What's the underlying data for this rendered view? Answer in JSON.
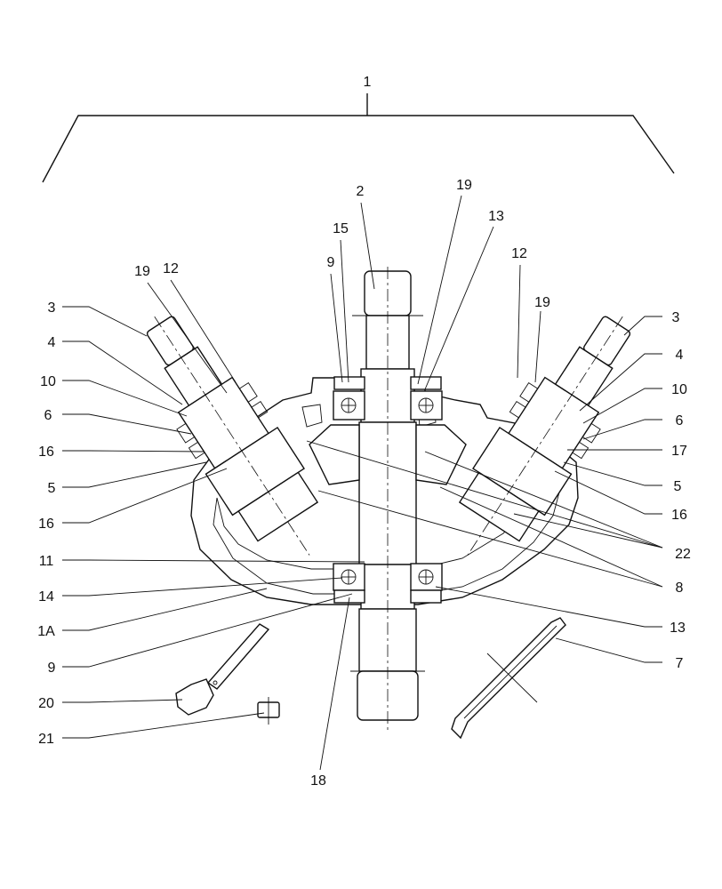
{
  "diagram": {
    "callouts": [
      {
        "id": "c-1",
        "label": "1"
      },
      {
        "id": "c-2",
        "label": "2"
      },
      {
        "id": "c-19-top",
        "label": "19"
      },
      {
        "id": "c-13-top",
        "label": "13"
      },
      {
        "id": "c-15",
        "label": "15"
      },
      {
        "id": "c-9-top",
        "label": "9"
      },
      {
        "id": "c-12-left",
        "label": "12"
      },
      {
        "id": "c-19-left",
        "label": "19"
      },
      {
        "id": "c-12-right",
        "label": "12"
      },
      {
        "id": "c-19-right",
        "label": "19"
      },
      {
        "id": "c-3-left",
        "label": "3"
      },
      {
        "id": "c-4-left",
        "label": "4"
      },
      {
        "id": "c-10-left",
        "label": "10"
      },
      {
        "id": "c-6-left",
        "label": "6"
      },
      {
        "id": "c-16-left-a",
        "label": "16"
      },
      {
        "id": "c-5-left",
        "label": "5"
      },
      {
        "id": "c-16-left-b",
        "label": "16"
      },
      {
        "id": "c-11",
        "label": "11"
      },
      {
        "id": "c-14",
        "label": "14"
      },
      {
        "id": "c-1A",
        "label": "1A"
      },
      {
        "id": "c-9-bottom",
        "label": "9"
      },
      {
        "id": "c-20",
        "label": "20"
      },
      {
        "id": "c-21",
        "label": "21"
      },
      {
        "id": "c-18",
        "label": "18"
      },
      {
        "id": "c-3-right",
        "label": "3"
      },
      {
        "id": "c-4-right",
        "label": "4"
      },
      {
        "id": "c-10-right",
        "label": "10"
      },
      {
        "id": "c-6-right",
        "label": "6"
      },
      {
        "id": "c-17",
        "label": "17"
      },
      {
        "id": "c-5-right",
        "label": "5"
      },
      {
        "id": "c-16-right",
        "label": "16"
      },
      {
        "id": "c-22",
        "label": "22"
      },
      {
        "id": "c-8",
        "label": "8"
      },
      {
        "id": "c-13-bottom",
        "label": "13"
      },
      {
        "id": "c-7",
        "label": "7"
      }
    ]
  }
}
